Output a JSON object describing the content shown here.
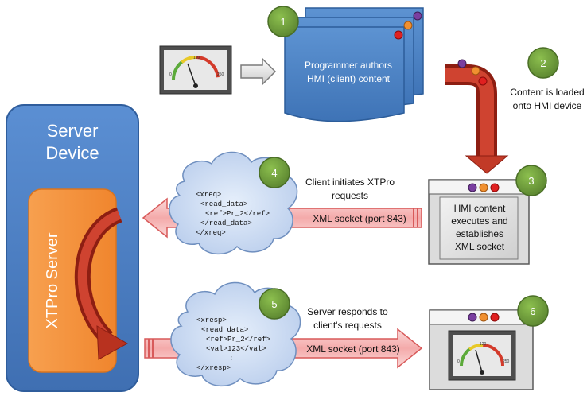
{
  "steps": {
    "s1": "1",
    "s2": "2",
    "s3": "3",
    "s4": "4",
    "s5": "5",
    "s6": "6"
  },
  "server": {
    "title_line1": "Server",
    "title_line2": "Device",
    "xtpro_label": "XTPro Server"
  },
  "authoring": {
    "line1": "Programmer authors",
    "line2": "HMI (client) content"
  },
  "load": {
    "line1": "Content is loaded",
    "line2": "onto HMI device"
  },
  "hmi_exec": {
    "line1": "HMI content",
    "line2": "executes and",
    "line3": "establishes",
    "line4": "XML socket"
  },
  "request": {
    "caption_line1": "Client initiates XTPro",
    "caption_line2": "requests",
    "socket_label": "XML socket (port 843)",
    "xml": [
      "<xreq>",
      "<read_data>",
      "<ref>Pr_2</ref>",
      "</read_data>",
      "</xreq>"
    ]
  },
  "response": {
    "caption_line1": "Server responds to",
    "caption_line2": "client's requests",
    "socket_label": "XML socket (port 843)",
    "xml": [
      "<xresp>",
      "<read_data>",
      "<ref>Pr_2</ref>",
      "<val>123</val>",
      ":",
      "</xresp>"
    ]
  },
  "gauge": {
    "scale_min": "0",
    "scale_mid": "120",
    "scale_max": "250"
  },
  "colors": {
    "server_blue": "#4a7fc4",
    "xtpro_orange": "#f6913d",
    "step_green": "#6f9a3a",
    "doc_blue": "#4f86c6",
    "arrow_red": "#c0301e",
    "pink_arrow": "#f6bcbc"
  }
}
